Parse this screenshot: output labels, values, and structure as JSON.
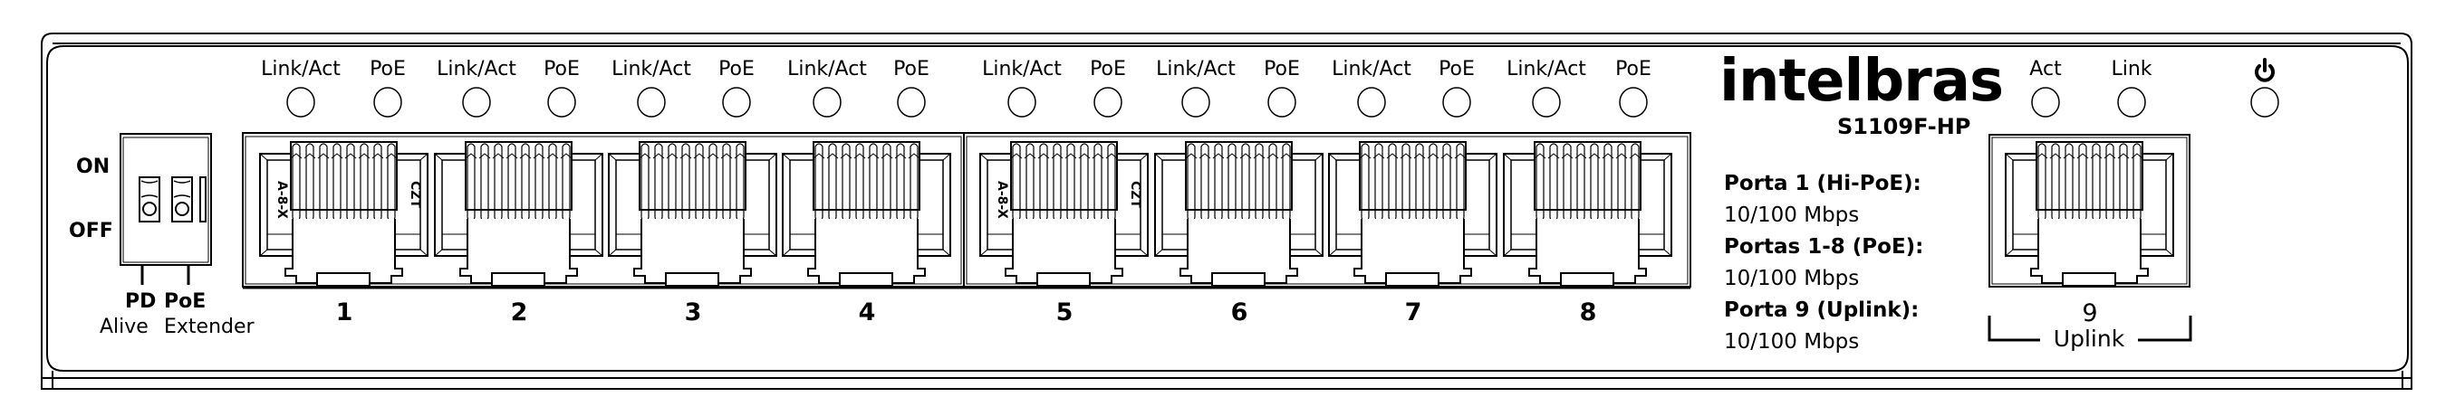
{
  "device": {
    "brand": "intelbras",
    "model": "S1109F-HP"
  },
  "dip_switch": {
    "on_label": "ON",
    "off_label": "OFF",
    "switches": [
      {
        "label_line1": "PD",
        "label_line2": "Alive"
      },
      {
        "label_line1": "PoE",
        "label_line2": "Extender"
      }
    ]
  },
  "ports": [
    {
      "number": "1",
      "led_labels": [
        "Link/Act",
        "PoE"
      ],
      "jack_left_mark": "A-8-X",
      "jack_right_mark": "CZT"
    },
    {
      "number": "2",
      "led_labels": [
        "Link/Act",
        "PoE"
      ]
    },
    {
      "number": "3",
      "led_labels": [
        "Link/Act",
        "PoE"
      ]
    },
    {
      "number": "4",
      "led_labels": [
        "Link/Act",
        "PoE"
      ]
    },
    {
      "number": "5",
      "led_labels": [
        "Link/Act",
        "PoE"
      ],
      "jack_left_mark": "A-8-X",
      "jack_right_mark": "CZT"
    },
    {
      "number": "6",
      "led_labels": [
        "Link/Act",
        "PoE"
      ]
    },
    {
      "number": "7",
      "led_labels": [
        "Link/Act",
        "PoE"
      ]
    },
    {
      "number": "8",
      "led_labels": [
        "Link/Act",
        "PoE"
      ]
    }
  ],
  "uplink": {
    "number": "9",
    "label": "Uplink",
    "led_labels": [
      "Act",
      "Link"
    ]
  },
  "power": {
    "icon": "power-icon"
  },
  "specs": [
    {
      "title": "Porta 1 (Hi-PoE):",
      "value": "10/100 Mbps"
    },
    {
      "title": "Portas 1-8 (PoE):",
      "value": "10/100 Mbps"
    },
    {
      "title": "Porta 9 (Uplink):",
      "value": "10/100 Mbps"
    }
  ],
  "colors": {
    "line": "#000000",
    "background": "#ffffff"
  }
}
